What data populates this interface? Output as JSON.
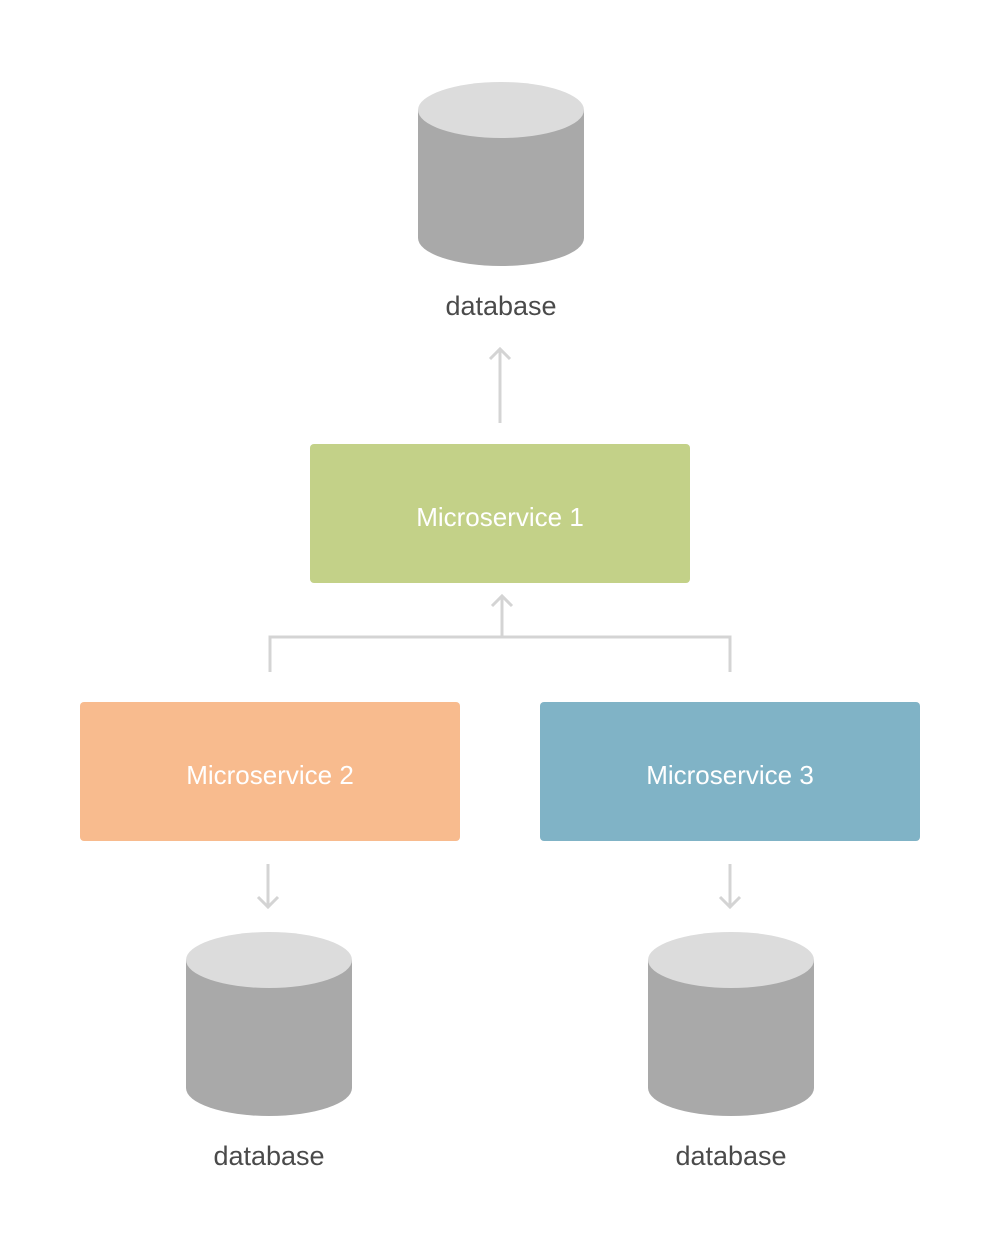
{
  "diagram": {
    "databases": [
      {
        "id": "db-top",
        "label": "database"
      },
      {
        "id": "db-left",
        "label": "database"
      },
      {
        "id": "db-right",
        "label": "database"
      }
    ],
    "services": [
      {
        "id": "ms1",
        "label": "Microservice 1",
        "color": "#c3d188"
      },
      {
        "id": "ms2",
        "label": "Microservice 2",
        "color": "#f8bb8e"
      },
      {
        "id": "ms3",
        "label": "Microservice 3",
        "color": "#80b3c6"
      }
    ],
    "edges": [
      {
        "from": "ms1",
        "to": "db-top"
      },
      {
        "from": "ms2",
        "to": "ms1"
      },
      {
        "from": "ms3",
        "to": "ms1"
      },
      {
        "from": "ms2",
        "to": "db-left"
      },
      {
        "from": "ms3",
        "to": "db-right"
      }
    ],
    "colors": {
      "db_body": "#a9a9a9",
      "db_top": "#dcdcdc",
      "connector": "#d4d4d4",
      "db_label": "#4a4a4a",
      "service_label": "#ffffff"
    }
  }
}
